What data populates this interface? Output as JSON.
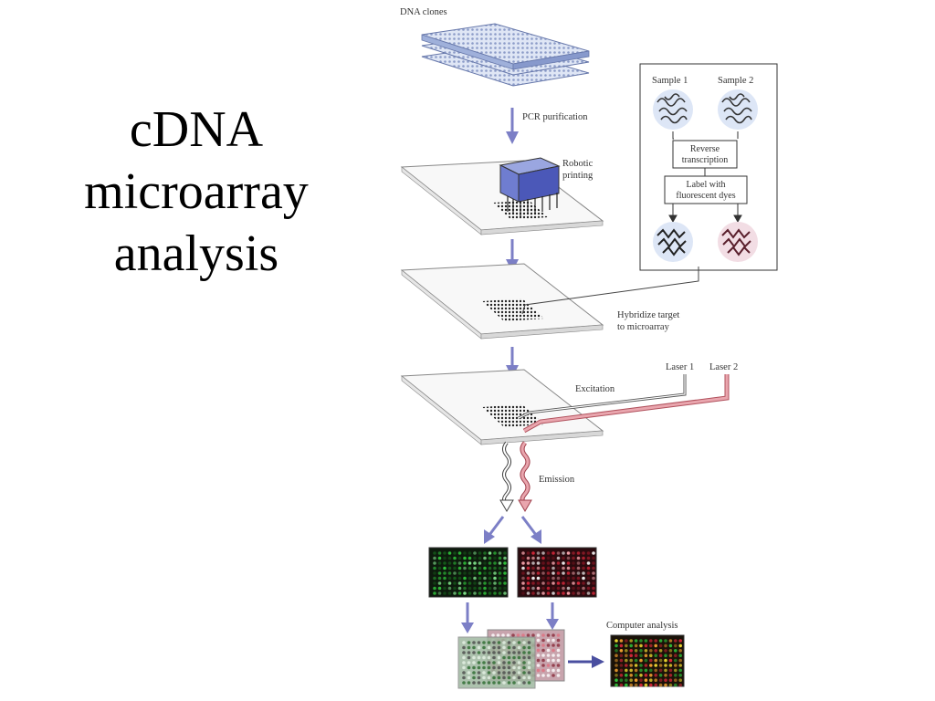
{
  "title_lines": [
    "cDNA",
    "microarray",
    "analysis"
  ],
  "labels": {
    "dna_clones": "DNA clones",
    "pcr_purification": "PCR purification",
    "robotic_printing": [
      "Robotic",
      "printing"
    ],
    "sample1": "Sample 1",
    "sample2": "Sample 2",
    "reverse_transcription": [
      "Reverse",
      "transcription"
    ],
    "label_dyes": [
      "Label with",
      "fluorescent dyes"
    ],
    "hybridize": [
      "Hybridize target",
      "to microarray"
    ],
    "laser1": "Laser 1",
    "laser2": "Laser 2",
    "excitation": "Excitation",
    "emission": "Emission",
    "computer_analysis": "Computer analysis"
  },
  "colors": {
    "arrow": "#7c7fc6",
    "laser_red": "#e9a6ae",
    "green_spot": "#2fbf3a",
    "red_spot": "#d8283a",
    "yellow_spot": "#e8d430",
    "plate": "#b9c6e3"
  }
}
